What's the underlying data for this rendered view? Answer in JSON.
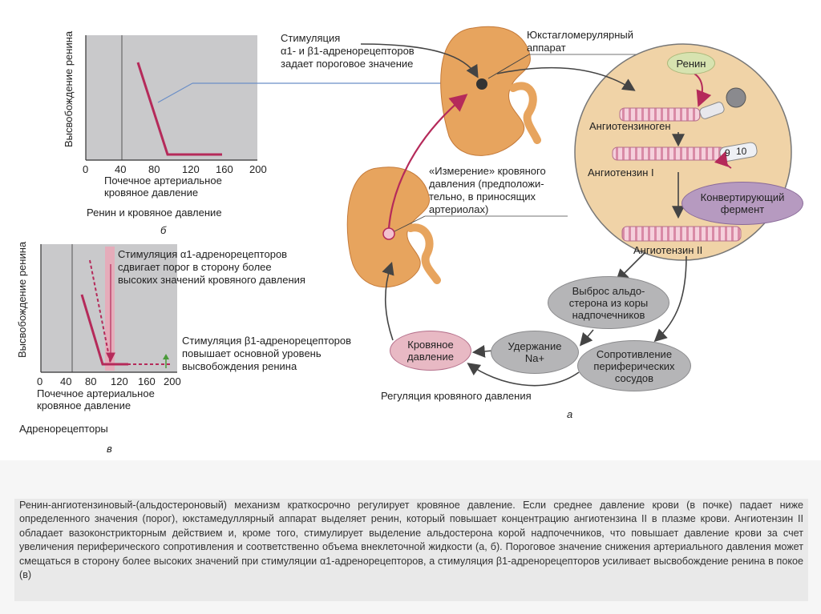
{
  "top_chart": {
    "ylabel": "Высвобождение ренина",
    "xticks": [
      "0",
      "40",
      "80",
      "120",
      "160",
      "200"
    ],
    "xlabel_line1": "Почечное артериальное",
    "xlabel_line2": "кровяное давление",
    "subtitle": "Ренин и кровяное давление",
    "letter": "б"
  },
  "bottom_chart": {
    "ylabel": "Высвобождение ренина",
    "xticks": [
      "0",
      "40",
      "80",
      "120",
      "160",
      "200"
    ],
    "xlabel_line1": "Почечное артериальное",
    "xlabel_line2": "кровяное давление",
    "subtitle": "Адренорецепторы",
    "letter": "в",
    "note1_line1": "Стимуляция α1-адренорецепторов",
    "note1_line2": "сдвигает порог в сторону более",
    "note1_line3": "высоких значений кровяного давления",
    "note2_line1": "Стимуляция β1-адренорецепторов",
    "note2_line2": "повышает основной уровень",
    "note2_line3": "высвобождения ренина"
  },
  "diagram": {
    "stim_line1": "Стимуляция",
    "stim_line2": "α1- и β1-адренорецепторов",
    "stim_line3": "задает пороговое значение",
    "jga_line1": "Юкстагломерулярный",
    "jga_line2": "аппарат",
    "measure_line1": "«Измерение» кровяного",
    "measure_line2": "давления (предположи-",
    "measure_line3": "тельно, в приносящих",
    "measure_line4": "артериолах)",
    "renin": "Ренин",
    "angiotensinogen": "Ангиотензиноген",
    "angiotensin1": "Ангиотензин I",
    "angiotensin2": "Ангиотензин II",
    "ace_line1": "Конвертирующий",
    "ace_line2": "фермент",
    "num9": "9",
    "num10": "10",
    "aldo_line1": "Выброс альдо-",
    "aldo_line2": "стерона из коры",
    "aldo_line3": "надпочечников",
    "na_line1": "Удержание",
    "na_line2": "Na+",
    "resist_line1": "Сопротивление",
    "resist_line2": "периферических",
    "resist_line3": "сосудов",
    "bp_line1": "Кровяное",
    "bp_line2": "давление",
    "regulation": "Регуляция кровяного давления",
    "letter": "а"
  },
  "caption": {
    "text": "Ренин-ангиотензиновый-(альдостероновый) механизм краткосрочно регулирует кровяное давление. Если среднее давление крови (в почке) падает ниже определенного значения (порог), юкстамедуллярный аппарат выделяет ренин, который повышает концентрацию ангиотензина II в плазме крови. Ангиотензин II обладает вазоконстрикторным действием и, кроме того, стимулирует выделение альдостерона корой надпочечников, что повышает давление крови за счет увеличения периферического сопротивления и соответственно объема внеклеточной жидкости (а, б). Пороговое значение снижения артериального давления может смещаться в сторону более высоких значений при стимуляции α1-адренорецепторов, а стимуляция β1-адренорецепторов усиливает высвобождение ренина в покое (в)"
  },
  "colors": {
    "curve": "#b52a5a",
    "chart_bg": "#c9c9cb",
    "kidney": "#e7a45e",
    "circle_bg": "#f0d3a7",
    "grey_pill": "#b5b5b7",
    "purple_pill": "#b69ac0",
    "pink_pill": "#e8b9c4",
    "renin_pill": "#d7e3b0"
  }
}
